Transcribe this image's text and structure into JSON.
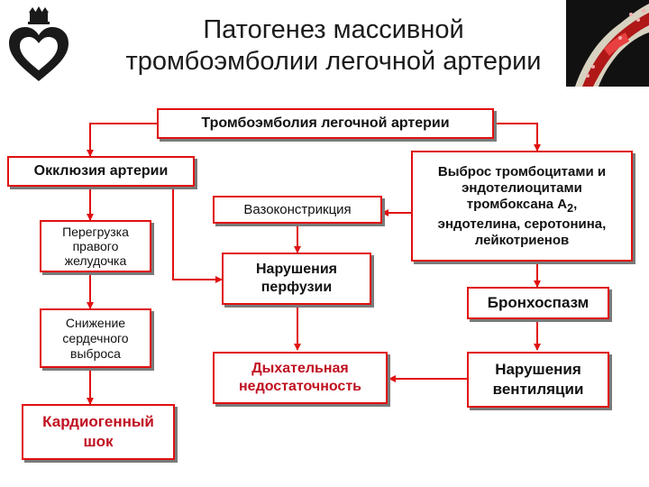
{
  "slide": {
    "title_line1": "Патогенез массивной",
    "title_line2": "тромбоэмболии легочной артерии"
  },
  "colors": {
    "border": "#e01010",
    "arrow": "#e01010",
    "shadow": "#7a7a7a",
    "title": "#1b1b1b",
    "red_text": "#c01020"
  },
  "nodes": {
    "tela": "Тромбоэмболия легочной артерии",
    "occlusion": "Окклюзия артерии",
    "release_line1": "Выброс тромбоцитами и",
    "release_line2": "эндотелиоцитами",
    "release_line3": "тромбоксана А",
    "release_sub": "2",
    "release_line3_end": ",",
    "release_line4": "эндотелина, серотонина,",
    "release_line5": "лейкотриенов",
    "vasoconstriction": "Вазоконстрикция",
    "rv_overload_line1": "Перегрузка",
    "rv_overload_line2": "правого",
    "rv_overload_line3": "желудочка",
    "perfusion_line1": "Нарушения",
    "perfusion_line2": "перфузии",
    "bronchospasm": "Бронхоспазм",
    "cardiac_output_line1": "Снижение",
    "cardiac_output_line2": "сердечного",
    "cardiac_output_line3": "выброса",
    "resp_failure_line1": "Дыхательная",
    "resp_failure_line2": "недостаточность",
    "ventilation_line1": "Нарушения",
    "ventilation_line2": "вентиляции",
    "shock_line1": "Кардиогенный",
    "shock_line2": "шок"
  }
}
